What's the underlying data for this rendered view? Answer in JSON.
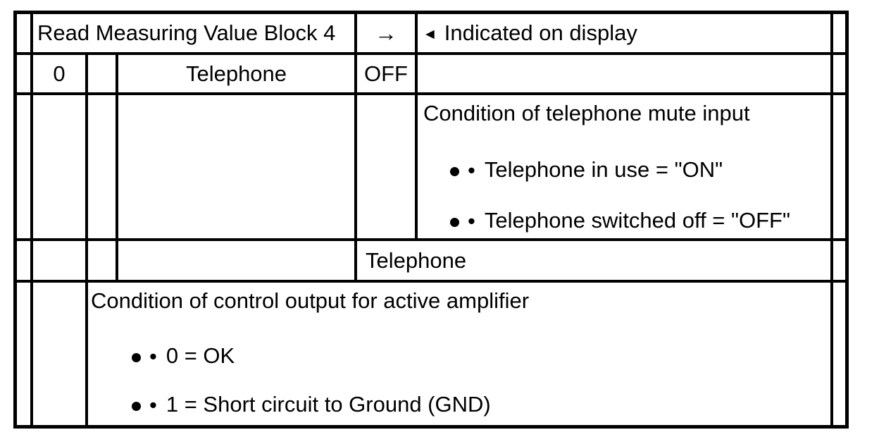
{
  "page": {
    "background": "#ffffff",
    "line_color": "#000000"
  },
  "table": {
    "header_row": {
      "title": "Read Measuring Value Block 4",
      "arrow": "→",
      "display_marker": "◄",
      "display_label": "Indicated on display"
    },
    "value_row": {
      "block_index": "0",
      "field_name": "Telephone",
      "field_value": "OFF"
    },
    "mute_note": {
      "heading": "Condition of telephone mute input",
      "marker": "•",
      "bullets": [
        "Telephone in use = \"ON\"",
        "Telephone switched off = \"OFF\""
      ]
    },
    "signal_row": {
      "label": "Telephone"
    },
    "amplifier_note": {
      "heading": "Condition of control output for active amplifier",
      "marker": "•",
      "bullets": [
        "0 = OK",
        "1 = Short circuit to Ground (GND)"
      ]
    }
  }
}
